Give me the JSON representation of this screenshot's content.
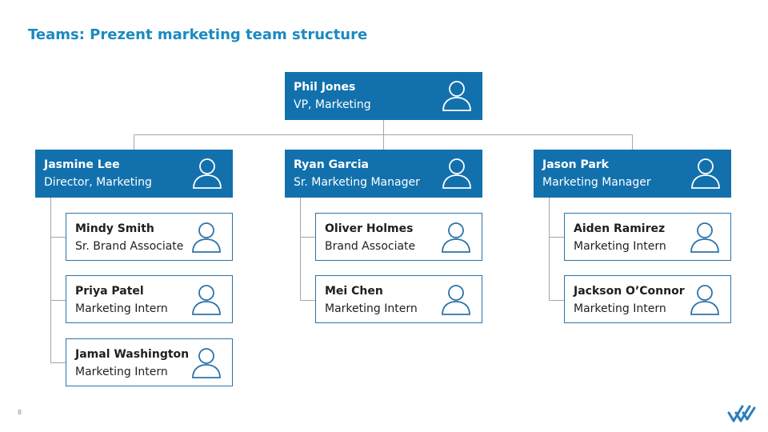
{
  "title": "Teams: Prezent marketing team structure",
  "page_number": "8",
  "icon_name": "person-icon",
  "colors": {
    "title": "#1a8ac0",
    "head_fill": "#1271ad",
    "member_border": "#2e73a8",
    "connector": "#a6a6a6"
  },
  "root": {
    "name": "Phil Jones",
    "role": "VP, Marketing"
  },
  "teams": [
    {
      "lead": {
        "name": "Jasmine Lee",
        "role": "Director, Marketing"
      },
      "members": [
        {
          "name": "Mindy Smith",
          "role": "Sr. Brand Associate"
        },
        {
          "name": "Priya Patel",
          "role": "Marketing Intern"
        },
        {
          "name": "Jamal Washington",
          "role": "Marketing Intern"
        }
      ]
    },
    {
      "lead": {
        "name": "Ryan Garcia",
        "role": "Sr. Marketing Manager"
      },
      "members": [
        {
          "name": "Oliver Holmes",
          "role": "Brand Associate"
        },
        {
          "name": "Mei Chen",
          "role": "Marketing Intern"
        }
      ]
    },
    {
      "lead": {
        "name": "Jason Park",
        "role": "Marketing Manager"
      },
      "members": [
        {
          "name": "Aiden Ramirez",
          "role": "Marketing Intern"
        },
        {
          "name": "Jackson O’Connor",
          "role": "Marketing Intern"
        }
      ]
    }
  ]
}
